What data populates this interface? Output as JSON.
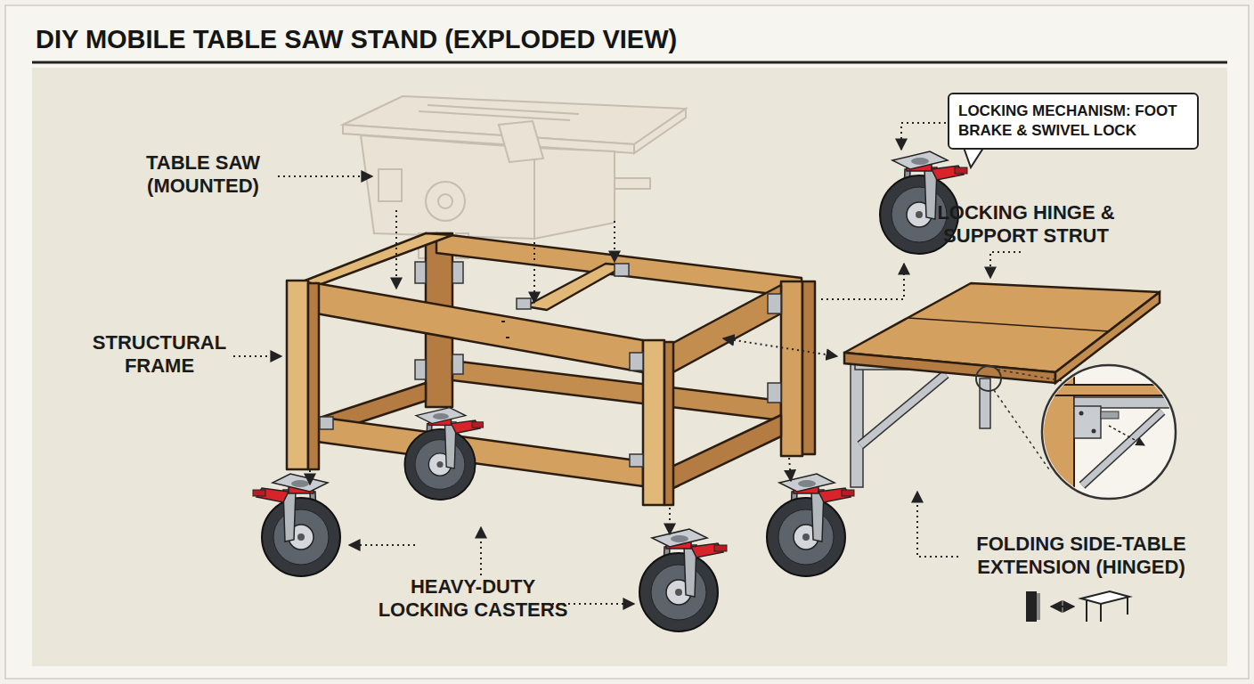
{
  "diagram": {
    "title": "DIY MOBILE TABLE SAW STAND (EXPLODED VIEW)",
    "nodes": [
      {
        "text": [
          "LOCKING MECHANISM: FOOT BRAKE & SWIVEL LOCK"
        ]
      }
    ],
    "labels": [
      "TABLE SAW (MOUNTED)",
      "STRUCTURAL FRAME",
      "HEAVY-DUTY LOCKING CASTERS",
      "LOCKING HINGE & SUPPORT STRUT",
      "FOLDING SIDE-TABLE EXTENSION (HINGED)"
    ]
  }
}
